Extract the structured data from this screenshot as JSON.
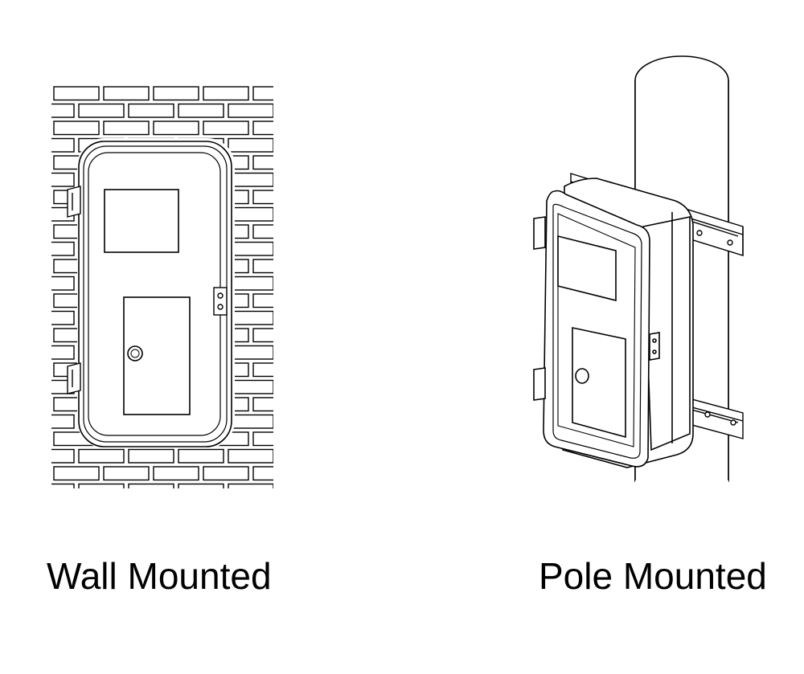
{
  "figure": {
    "wall_panel": {
      "caption": "Wall Mounted",
      "background": "brick-wall",
      "subject": "enclosure-box"
    },
    "pole_panel": {
      "caption": "Pole Mounted",
      "background": "round-pole",
      "subject": "enclosure-box",
      "fixture": "strut-brackets"
    },
    "colors": {
      "line": "#000000",
      "background": "#ffffff"
    }
  }
}
